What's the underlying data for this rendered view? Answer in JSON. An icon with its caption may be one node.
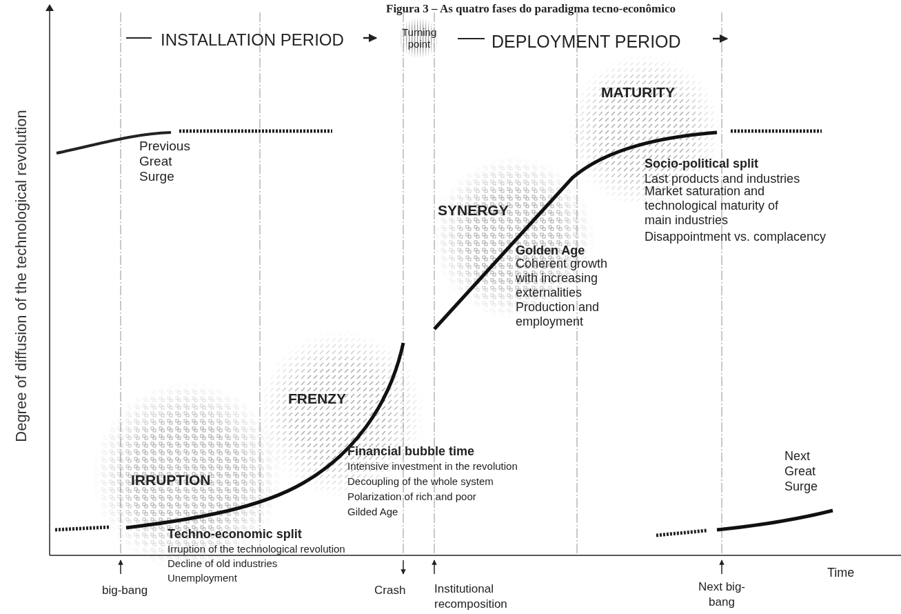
{
  "diagram": {
    "title": "Figura 3 – As quatro fases do paradigma tecno-econômico",
    "nodes": [
      {
        "text": [
          "Turning point"
        ]
      },
      {
        "text": [
          "MATURITY"
        ]
      },
      {
        "text": [
          "SYNERGY"
        ]
      },
      {
        "text": [
          "FRENZY"
        ]
      },
      {
        "text": [
          "IRRUPTION"
        ]
      }
    ],
    "labels": [
      "INSTALLATION PERIOD",
      "DEPLOYMENT PERIOD",
      "Degree of diffusion of the technological revolution",
      "Previous Great Surge",
      "Socio-political split",
      "Last products and industries",
      "Market saturation and technological maturity of main industries",
      "Disappointment vs. complacency",
      "Golden Age",
      "Coherent growth with increasing externalities",
      "Production and employment",
      "Financial bubble time",
      "Intensive investment in the revolution",
      "Decoupling of the whole system",
      "Polarization of rich and poor",
      "Gilded Age",
      "Next Great Surge",
      "Techno-economic split",
      "Irruption of the technological revolution",
      "Decline of old industries",
      "Unemployment",
      "Time",
      "big-bang",
      "Crash",
      "Institutional recomposition",
      "Next big-bang"
    ]
  }
}
